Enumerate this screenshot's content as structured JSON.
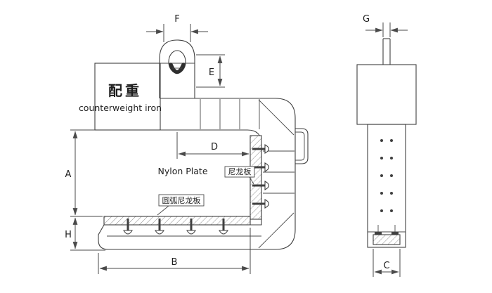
{
  "labels": {
    "counterweight_cn": "配重",
    "counterweight_en": "counterweight iron",
    "nylon_plate_en": "Nylon Plate",
    "nylon_plate_cn": "尼龙板",
    "arc_nylon_plate_cn": "圆弧尼龙板"
  },
  "dimensions": {
    "a": "A",
    "b": "B",
    "c": "C",
    "d": "D",
    "e": "E",
    "f": "F",
    "g": "G",
    "h": "H"
  },
  "colors": {
    "line": "#3f3f3f",
    "dimension": "#4a4a4a",
    "text": "#1f1f1f",
    "background": "#ffffff"
  }
}
